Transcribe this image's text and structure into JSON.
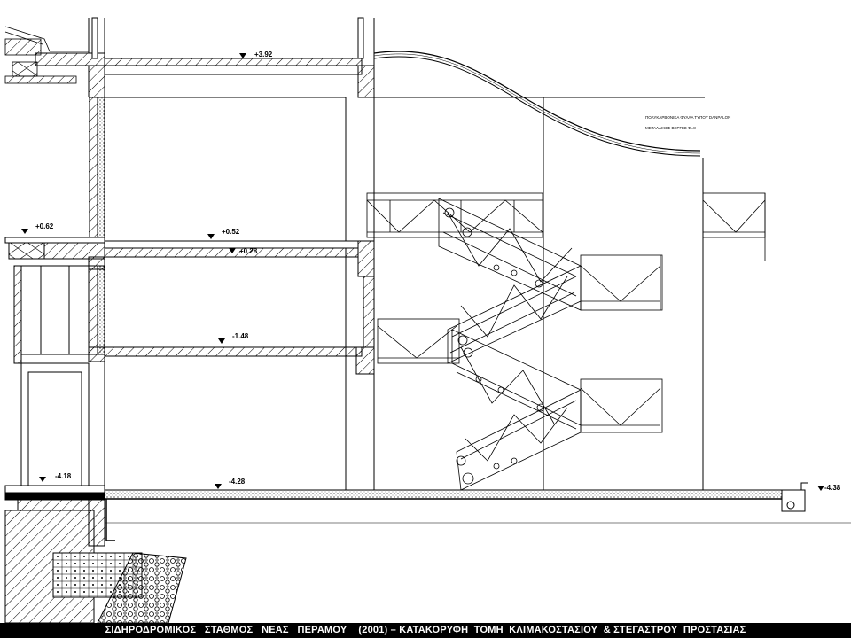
{
  "drawing": {
    "levels": {
      "roof": "+3.92",
      "left_upper": "+0.62",
      "floor_top": "+0.52",
      "floor_bottom": "+0.28",
      "middle": "-1.48",
      "left_ground": "-4.18",
      "ground": "-4.28",
      "right_ground": "-4.38"
    },
    "notes": {
      "canopy_sheet": "ΠΟΛΥΚΑΡΒΟΝΙΚΑ ΦΥΛΛΑ ΤΥΠΟΥ DANPALON",
      "canopy_ribs": "ΜΕΤΑΛΛΙΚΕΣ ΒΕΡΓΕΣ Φ=8"
    }
  },
  "footer": {
    "caption": "ΣΙΔΗΡΟΔΡΟΜΙΚΟΣ   ΣΤΑΘΜΟΣ   ΝΕΑΣ   ΠΕΡΑΜΟΥ    (2001) – ΚΑΤΑΚΟΡΥΦΗ  ΤΟΜΗ  ΚΛΙΜΑΚΟΣΤΑΣΙΟΥ  & ΣΤΕΓΑΣΤΡΟΥ  ΠΡΟΣΤΑΣΙΑΣ"
  }
}
